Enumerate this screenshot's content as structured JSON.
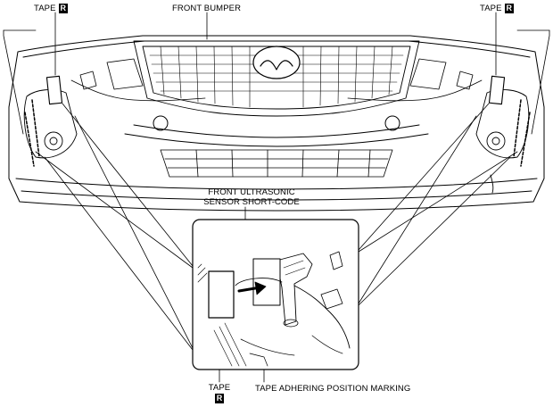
{
  "labels": {
    "tape_left": "TAPE",
    "tape_right": "TAPE",
    "tape_bottom": "TAPE",
    "badge": "R",
    "front_bumper": "FRONT BUMPER",
    "sensor_line1": "FRONT ULTRASONIC",
    "sensor_line2": "SENSOR SHORT-CODE",
    "tape_position": "TAPE ADHERING POSITION MARKING"
  },
  "colors": {
    "line": "#000000",
    "badge_bg": "#000000",
    "badge_fg": "#ffffff",
    "background": "#ffffff"
  }
}
